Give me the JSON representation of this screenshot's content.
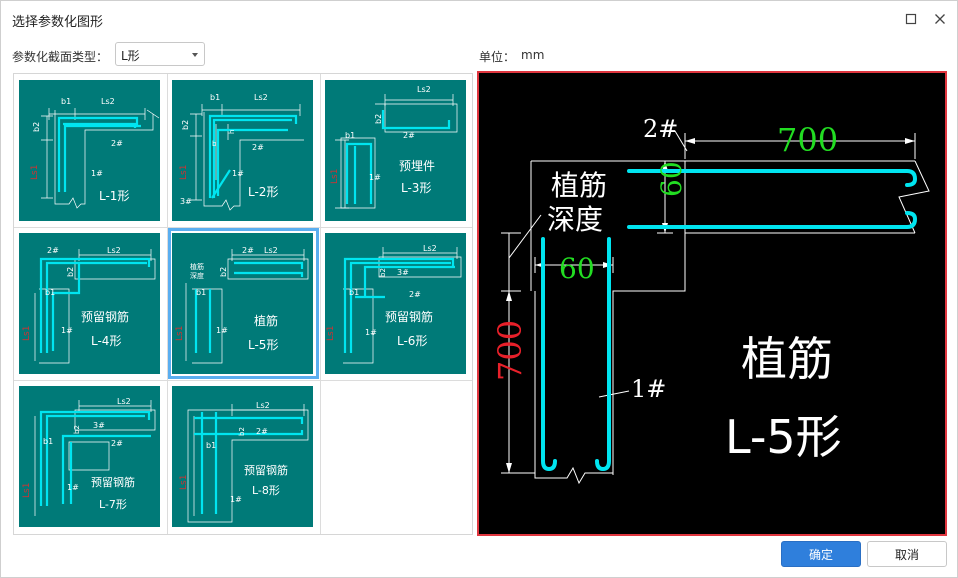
{
  "window": {
    "title": "选择参数化图形",
    "maximize_icon": "maximize-icon",
    "close_icon": "close-icon"
  },
  "form": {
    "section_type_label": "参数化截面类型：",
    "section_type_value": "L形",
    "unit_label": "单位：",
    "unit_value": "mm"
  },
  "gallery": {
    "items": [
      {
        "id": "L-1",
        "title_line1": "",
        "title_line2": "L-1形",
        "labels": {
          "b1": "b1",
          "ls2": "Ls2",
          "b2": "b2",
          "ls1": "Ls1",
          "r2": "2#",
          "r1": "1#"
        }
      },
      {
        "id": "L-2",
        "title_line1": "",
        "title_line2": "L-2形",
        "labels": {
          "b1": "b1",
          "ls2": "Ls2",
          "b2": "b2",
          "ls1": "Ls1",
          "r2": "2#",
          "r1": "1#",
          "r3": "3#",
          "b": "b",
          "h": "h"
        }
      },
      {
        "id": "L-3",
        "title_line1": "预埋件",
        "title_line2": "L-3形",
        "labels": {
          "b1": "b1",
          "ls2": "Ls2",
          "b2": "b2",
          "ls1": "Ls1",
          "r2": "2#",
          "r1": "1#"
        }
      },
      {
        "id": "L-4",
        "title_line1": "预留钢筋",
        "title_line2": "L-4形",
        "labels": {
          "b1": "b1",
          "ls2": "Ls2",
          "b2": "b2",
          "ls1": "Ls1",
          "r2": "2#",
          "r1": "1#"
        }
      },
      {
        "id": "L-5",
        "title_line1": "植筋",
        "title_line2": "L-5形",
        "labels": {
          "b1": "b1",
          "ls2": "Ls2",
          "b2": "b2",
          "ls1": "Ls1",
          "r2": "2#",
          "r1": "1#",
          "depth1": "植筋",
          "depth2": "深度"
        }
      },
      {
        "id": "L-6",
        "title_line1": "预留钢筋",
        "title_line2": "L-6形",
        "labels": {
          "b1": "b1",
          "ls2": "Ls2",
          "b2": "b2",
          "ls1": "Ls1",
          "r2": "2#",
          "r1": "1#",
          "r3": "3#"
        }
      },
      {
        "id": "L-7",
        "title_line1": "预留钢筋",
        "title_line2": "L-7形",
        "labels": {
          "b1": "b1",
          "ls2": "Ls2",
          "b2": "b2",
          "ls1": "Ls1",
          "r2": "2#",
          "r1": "1#",
          "r3": "3#"
        }
      },
      {
        "id": "L-8",
        "title_line1": "预留钢筋",
        "title_line2": "L-8形",
        "labels": {
          "b1": "b1",
          "ls2": "Ls2",
          "b2": "b2",
          "ls1": "Ls1",
          "r2": "2#",
          "r1": "1#"
        }
      }
    ],
    "selected": "L-5"
  },
  "preview": {
    "bar2_label": "2#",
    "bar1_label": "1#",
    "dim_top": "700",
    "dim_left": "700",
    "dim_depth_v": "60",
    "dim_depth_h": "60",
    "depth_label_line1": "植筋",
    "depth_label_line2": "深度",
    "title_line1": "植筋",
    "title_line2": "L-5形",
    "colors": {
      "bar": "#00e5f0",
      "dim_green": "#22dd22",
      "dim_red": "#e8202a",
      "line": "#ffffff"
    }
  },
  "buttons": {
    "ok": "确定",
    "cancel": "取消"
  }
}
